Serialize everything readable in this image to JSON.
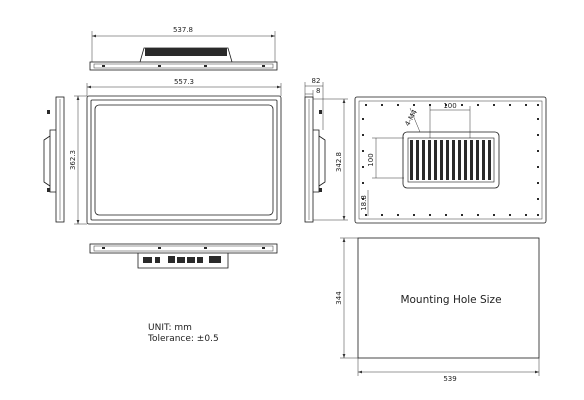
{
  "dimensions": {
    "top_view_width": "537.8",
    "front_width": "557.3",
    "front_height": "362.3",
    "side_depth": "82",
    "side_step": "8",
    "side_inner_height": "342.8",
    "rear_vesa_h": "100",
    "rear_vesa_v": "100",
    "rear_screw": "4-M4",
    "rear_offset": "18.8",
    "cutout_width": "539",
    "cutout_height": "344"
  },
  "labels": {
    "cutout_label": "Mounting Hole Size",
    "unit": "UNIT: mm",
    "tolerance": "Tolerance: ±0.5"
  },
  "colors": {
    "line": "#1a1a1a",
    "dark_part": "#2a2a2a",
    "background": "#ffffff"
  }
}
